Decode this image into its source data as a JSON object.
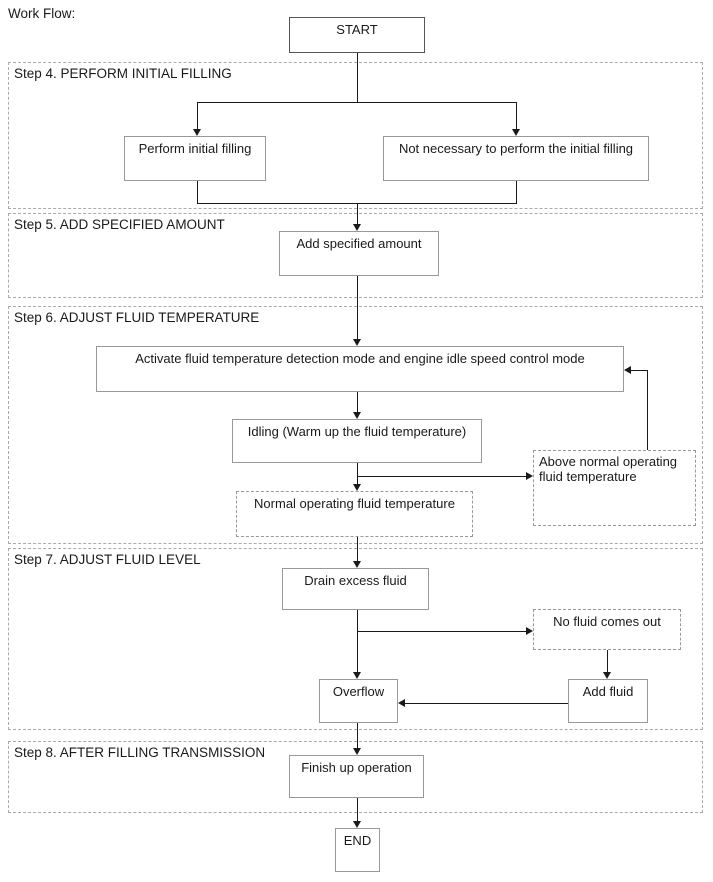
{
  "page": {
    "title": "Work Flow:"
  },
  "colors": {
    "background": "#ffffff",
    "line": "#1a1a1a",
    "text": "#1a1a1a",
    "process_border": "#999999",
    "terminal_border": "#555555",
    "section_border": "#aaaaaa"
  },
  "sections": [
    {
      "id": "step4",
      "label": "Step 4. PERFORM INITIAL FILLING"
    },
    {
      "id": "step5",
      "label": "Step 5. ADD SPECIFIED AMOUNT"
    },
    {
      "id": "step6",
      "label": "Step 6. ADJUST FLUID TEMPERATURE"
    },
    {
      "id": "step7",
      "label": "Step 7. ADJUST FLUID LEVEL"
    },
    {
      "id": "step8",
      "label": "Step 8. AFTER FILLING TRANSMISSION"
    }
  ],
  "nodes": {
    "start": {
      "label": "START",
      "type": "terminal"
    },
    "perform_initial_filling": {
      "label": "Perform initial filling",
      "type": "process"
    },
    "not_necessary": {
      "label": "Not necessary to perform the initial filling",
      "type": "process"
    },
    "add_specified_amount": {
      "label": "Add specified amount",
      "type": "process"
    },
    "activate_modes": {
      "label": "Activate fluid temperature detection mode and engine idle speed control mode",
      "type": "process"
    },
    "idling": {
      "label": "Idling (Warm up the fluid temperature)",
      "type": "process"
    },
    "above_normal_temp": {
      "label": "Above normal operating fluid temperature",
      "type": "condition"
    },
    "normal_temp": {
      "label": "Normal operating fluid temperature",
      "type": "condition"
    },
    "drain_excess_fluid": {
      "label": "Drain excess fluid",
      "type": "process"
    },
    "no_fluid_comes_out": {
      "label": "No fluid comes out",
      "type": "condition"
    },
    "overflow": {
      "label": "Overflow",
      "type": "process"
    },
    "add_fluid": {
      "label": "Add fluid",
      "type": "process"
    },
    "finish_up_operation": {
      "label": "Finish up operation",
      "type": "process"
    },
    "end": {
      "label": "END",
      "type": "terminal"
    }
  },
  "edges": [
    {
      "from": "start",
      "to": "perform_initial_filling"
    },
    {
      "from": "start",
      "to": "not_necessary"
    },
    {
      "from": "perform_initial_filling",
      "to": "add_specified_amount"
    },
    {
      "from": "not_necessary",
      "to": "add_specified_amount"
    },
    {
      "from": "add_specified_amount",
      "to": "activate_modes"
    },
    {
      "from": "activate_modes",
      "to": "idling"
    },
    {
      "from": "idling",
      "to": "above_normal_temp"
    },
    {
      "from": "above_normal_temp",
      "to": "activate_modes"
    },
    {
      "from": "idling",
      "to": "normal_temp"
    },
    {
      "from": "normal_temp",
      "to": "drain_excess_fluid"
    },
    {
      "from": "drain_excess_fluid",
      "to": "no_fluid_comes_out"
    },
    {
      "from": "no_fluid_comes_out",
      "to": "add_fluid"
    },
    {
      "from": "add_fluid",
      "to": "overflow"
    },
    {
      "from": "drain_excess_fluid",
      "to": "overflow"
    },
    {
      "from": "overflow",
      "to": "finish_up_operation"
    },
    {
      "from": "finish_up_operation",
      "to": "end"
    }
  ]
}
